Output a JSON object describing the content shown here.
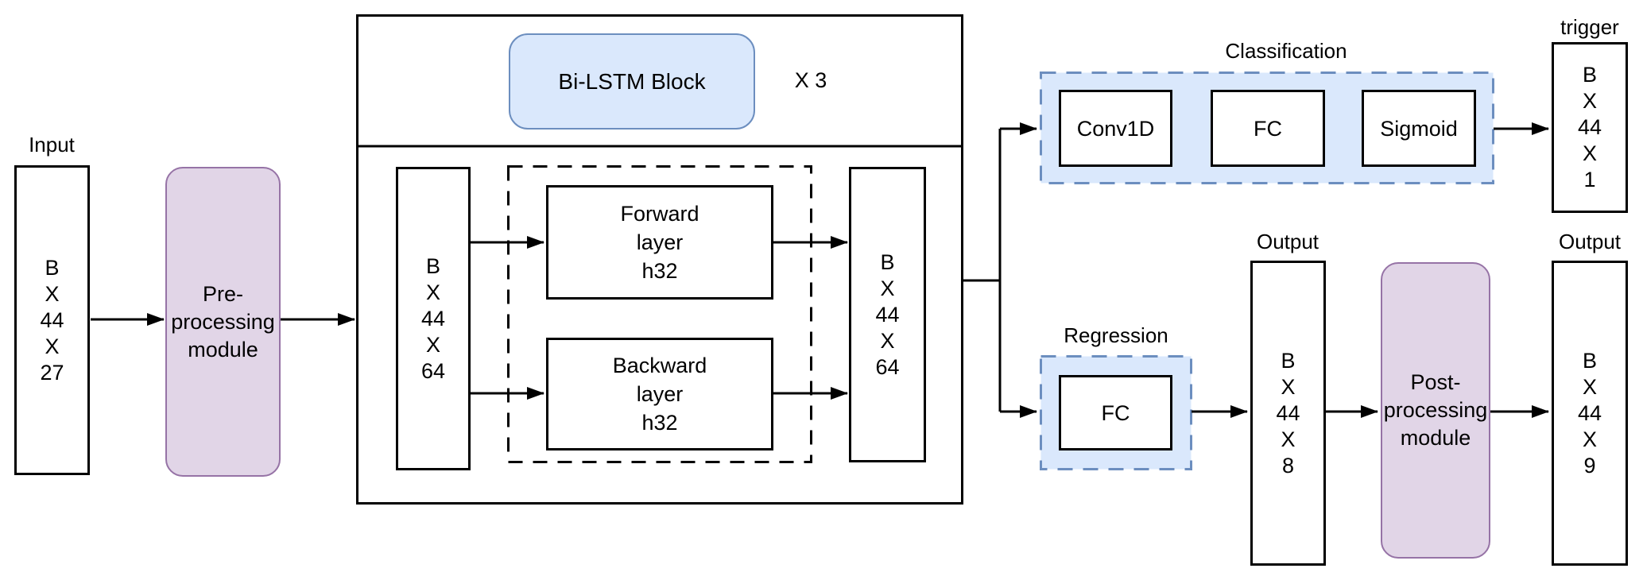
{
  "colors": {
    "blue_fill": "#dae8fc",
    "blue_border": "#6c8ebf",
    "purple_fill": "#e1d5e7",
    "purple_border": "#9673a6",
    "line": "#000000"
  },
  "nodes": {
    "input": {
      "label": "Input",
      "tensor": "B\nX\n44\nX\n27"
    },
    "preprocessing": {
      "label": "Pre-\nprocessing\nmodule"
    },
    "bilstm": {
      "block": "Bi-LSTM Block",
      "repeat": "X 3",
      "input_tensor": "B\nX\n44\nX\n64",
      "forward": "Forward\nlayer\nh32",
      "backward": "Backward\nlayer\nh32",
      "output_tensor": "B\nX\n44\nX\n64"
    },
    "classification": {
      "label": "Classification",
      "layers": [
        "Conv1D",
        "FC",
        "Sigmoid"
      ]
    },
    "trigger": {
      "label": "trigger",
      "tensor": "B\nX\n44\nX\n1"
    },
    "regression": {
      "label": "Regression",
      "fc": "FC"
    },
    "regression_output": {
      "label": "Output",
      "tensor": "B\nX\n44\nX\n8"
    },
    "postprocessing": {
      "label": "Post-\nprocessing\nmodule"
    },
    "final_output": {
      "label": "Output",
      "tensor": "B\nX\n44\nX\n9"
    }
  }
}
